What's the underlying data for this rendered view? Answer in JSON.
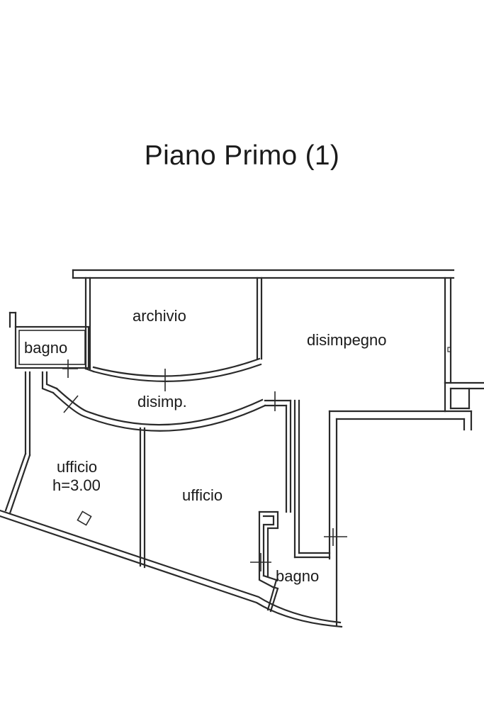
{
  "title": "Piano Primo (1)",
  "rooms": {
    "bagno_left": "bagno",
    "archivio": "archivio",
    "disimpegno": "disimpegno",
    "disimp": "disimp.",
    "ufficio_left_name": "ufficio",
    "ufficio_left_height": "h=3.00",
    "ufficio_center": "ufficio",
    "bagno_bottom": "bagno"
  },
  "colors": {
    "ink": "#2a2a2a",
    "background": "#ffffff"
  }
}
